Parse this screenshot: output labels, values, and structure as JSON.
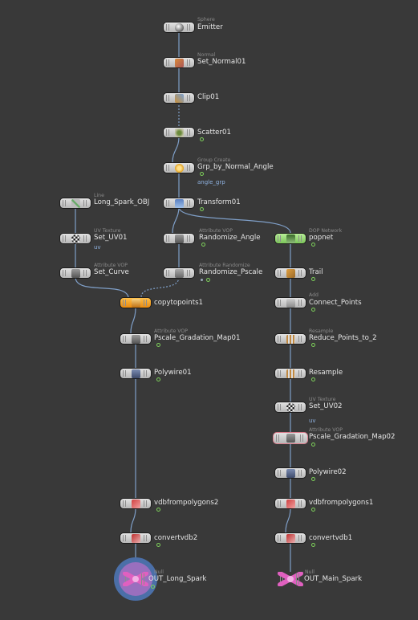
{
  "colors": {
    "wire": "#7f9fc8",
    "background": "#393939",
    "copy_node": "#f0a020",
    "dop_node": "#8fd16a",
    "null_node": "#e060c0",
    "display_ring": "#4b6fa8"
  },
  "nodes": {
    "emitter": {
      "type": "Sphere",
      "label": "Emitter",
      "icon": "sphere-icon"
    },
    "set_normal01": {
      "type": "Normal",
      "label": "Set_Normal01",
      "icon": "normal-icon"
    },
    "clip01": {
      "type": "",
      "label": "Clip01",
      "icon": "clip-icon"
    },
    "scatter01": {
      "type": "",
      "label": "Scatter01",
      "icon": "scatter-icon"
    },
    "grp": {
      "type": "Group Create",
      "label": "Grp_by_Normal_Angle",
      "icon": "group-icon",
      "attr": "angle_grp"
    },
    "transform01": {
      "type": "",
      "label": "Transform01",
      "icon": "transform-icon"
    },
    "randomize_angle": {
      "type": "Attribute VOP",
      "label": "Randomize_Angle",
      "icon": "vop-icon"
    },
    "randomize_pscale": {
      "type": "Attribute Randomize",
      "label": "Randomize_Pscale",
      "icon": "randomize-icon"
    },
    "long_spark_obj": {
      "type": "Line",
      "label": "Long_Spark_OBJ",
      "icon": "line-icon"
    },
    "set_uv01": {
      "type": "UV Texture",
      "label": "Set_UV01",
      "icon": "uv-icon",
      "attr": "uv"
    },
    "set_curve": {
      "type": "Attribute VOP",
      "label": "Set_Curve",
      "icon": "vop-icon"
    },
    "copytopoints1": {
      "type": "",
      "label": "copytopoints1",
      "icon": "copy-icon"
    },
    "pscale_map01": {
      "type": "Attribute VOP",
      "label": "Pscale_Gradation_Map01",
      "icon": "vop-icon"
    },
    "polywire01": {
      "type": "",
      "label": "Polywire01",
      "icon": "polywire-icon"
    },
    "vdb2": {
      "type": "",
      "label": "vdbfrompolygons2",
      "icon": "vdb-icon"
    },
    "convertvdb2": {
      "type": "",
      "label": "convertvdb2",
      "icon": "convertvdb-icon"
    },
    "out_long": {
      "type": "Null",
      "label": "OUT_Long_Spark",
      "icon": "null-icon"
    },
    "popnet": {
      "type": "DOP Network",
      "label": "popnet",
      "icon": "dop-icon"
    },
    "trail": {
      "type": "",
      "label": "Trail",
      "icon": "trail-icon"
    },
    "connect_points": {
      "type": "Add",
      "label": "Connect_Points",
      "icon": "add-icon"
    },
    "reduce_points": {
      "type": "Resample",
      "label": "Reduce_Points_to_2",
      "icon": "resample-icon"
    },
    "resample": {
      "type": "",
      "label": "Resample",
      "icon": "resample-icon"
    },
    "set_uv02": {
      "type": "UV Texture",
      "label": "Set_UV02",
      "icon": "uv-icon",
      "attr": "uv"
    },
    "pscale_map02": {
      "type": "Attribute VOP",
      "label": "Pscale_Gradation_Map02",
      "icon": "vop-icon"
    },
    "polywire02": {
      "type": "",
      "label": "Polywire02",
      "icon": "polywire-icon"
    },
    "vdb1": {
      "type": "",
      "label": "vdbfrompolygons1",
      "icon": "vdb-icon"
    },
    "convertvdb1": {
      "type": "",
      "label": "convertvdb1",
      "icon": "convertvdb-icon"
    },
    "out_main": {
      "type": "Null",
      "label": "OUT_Main_Spark",
      "icon": "null-icon"
    }
  }
}
